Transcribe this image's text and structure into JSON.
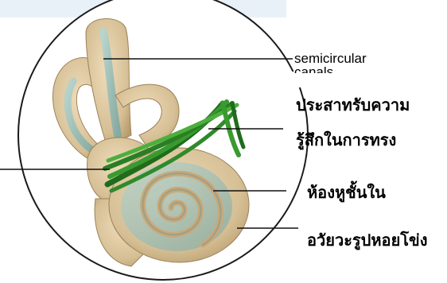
{
  "labels": {
    "semicircular_line1": "semicircular",
    "semicircular_line2": "canals",
    "vestibular_nerve_line1": "ประสาทรับความ",
    "vestibular_nerve_line2": "รู้สึกในการทรง",
    "inner_ear": "ห้องหูชั้นใน",
    "cochlea": "อวัยวะรูปหอยโข่ง"
  },
  "colors": {
    "tissue": "#d8c39c",
    "tissue_shadow": "#b99c70",
    "fluid": "#9dbfb7",
    "nerve": "#2f8a2a",
    "outline": "#222222",
    "leader": "#111111"
  }
}
